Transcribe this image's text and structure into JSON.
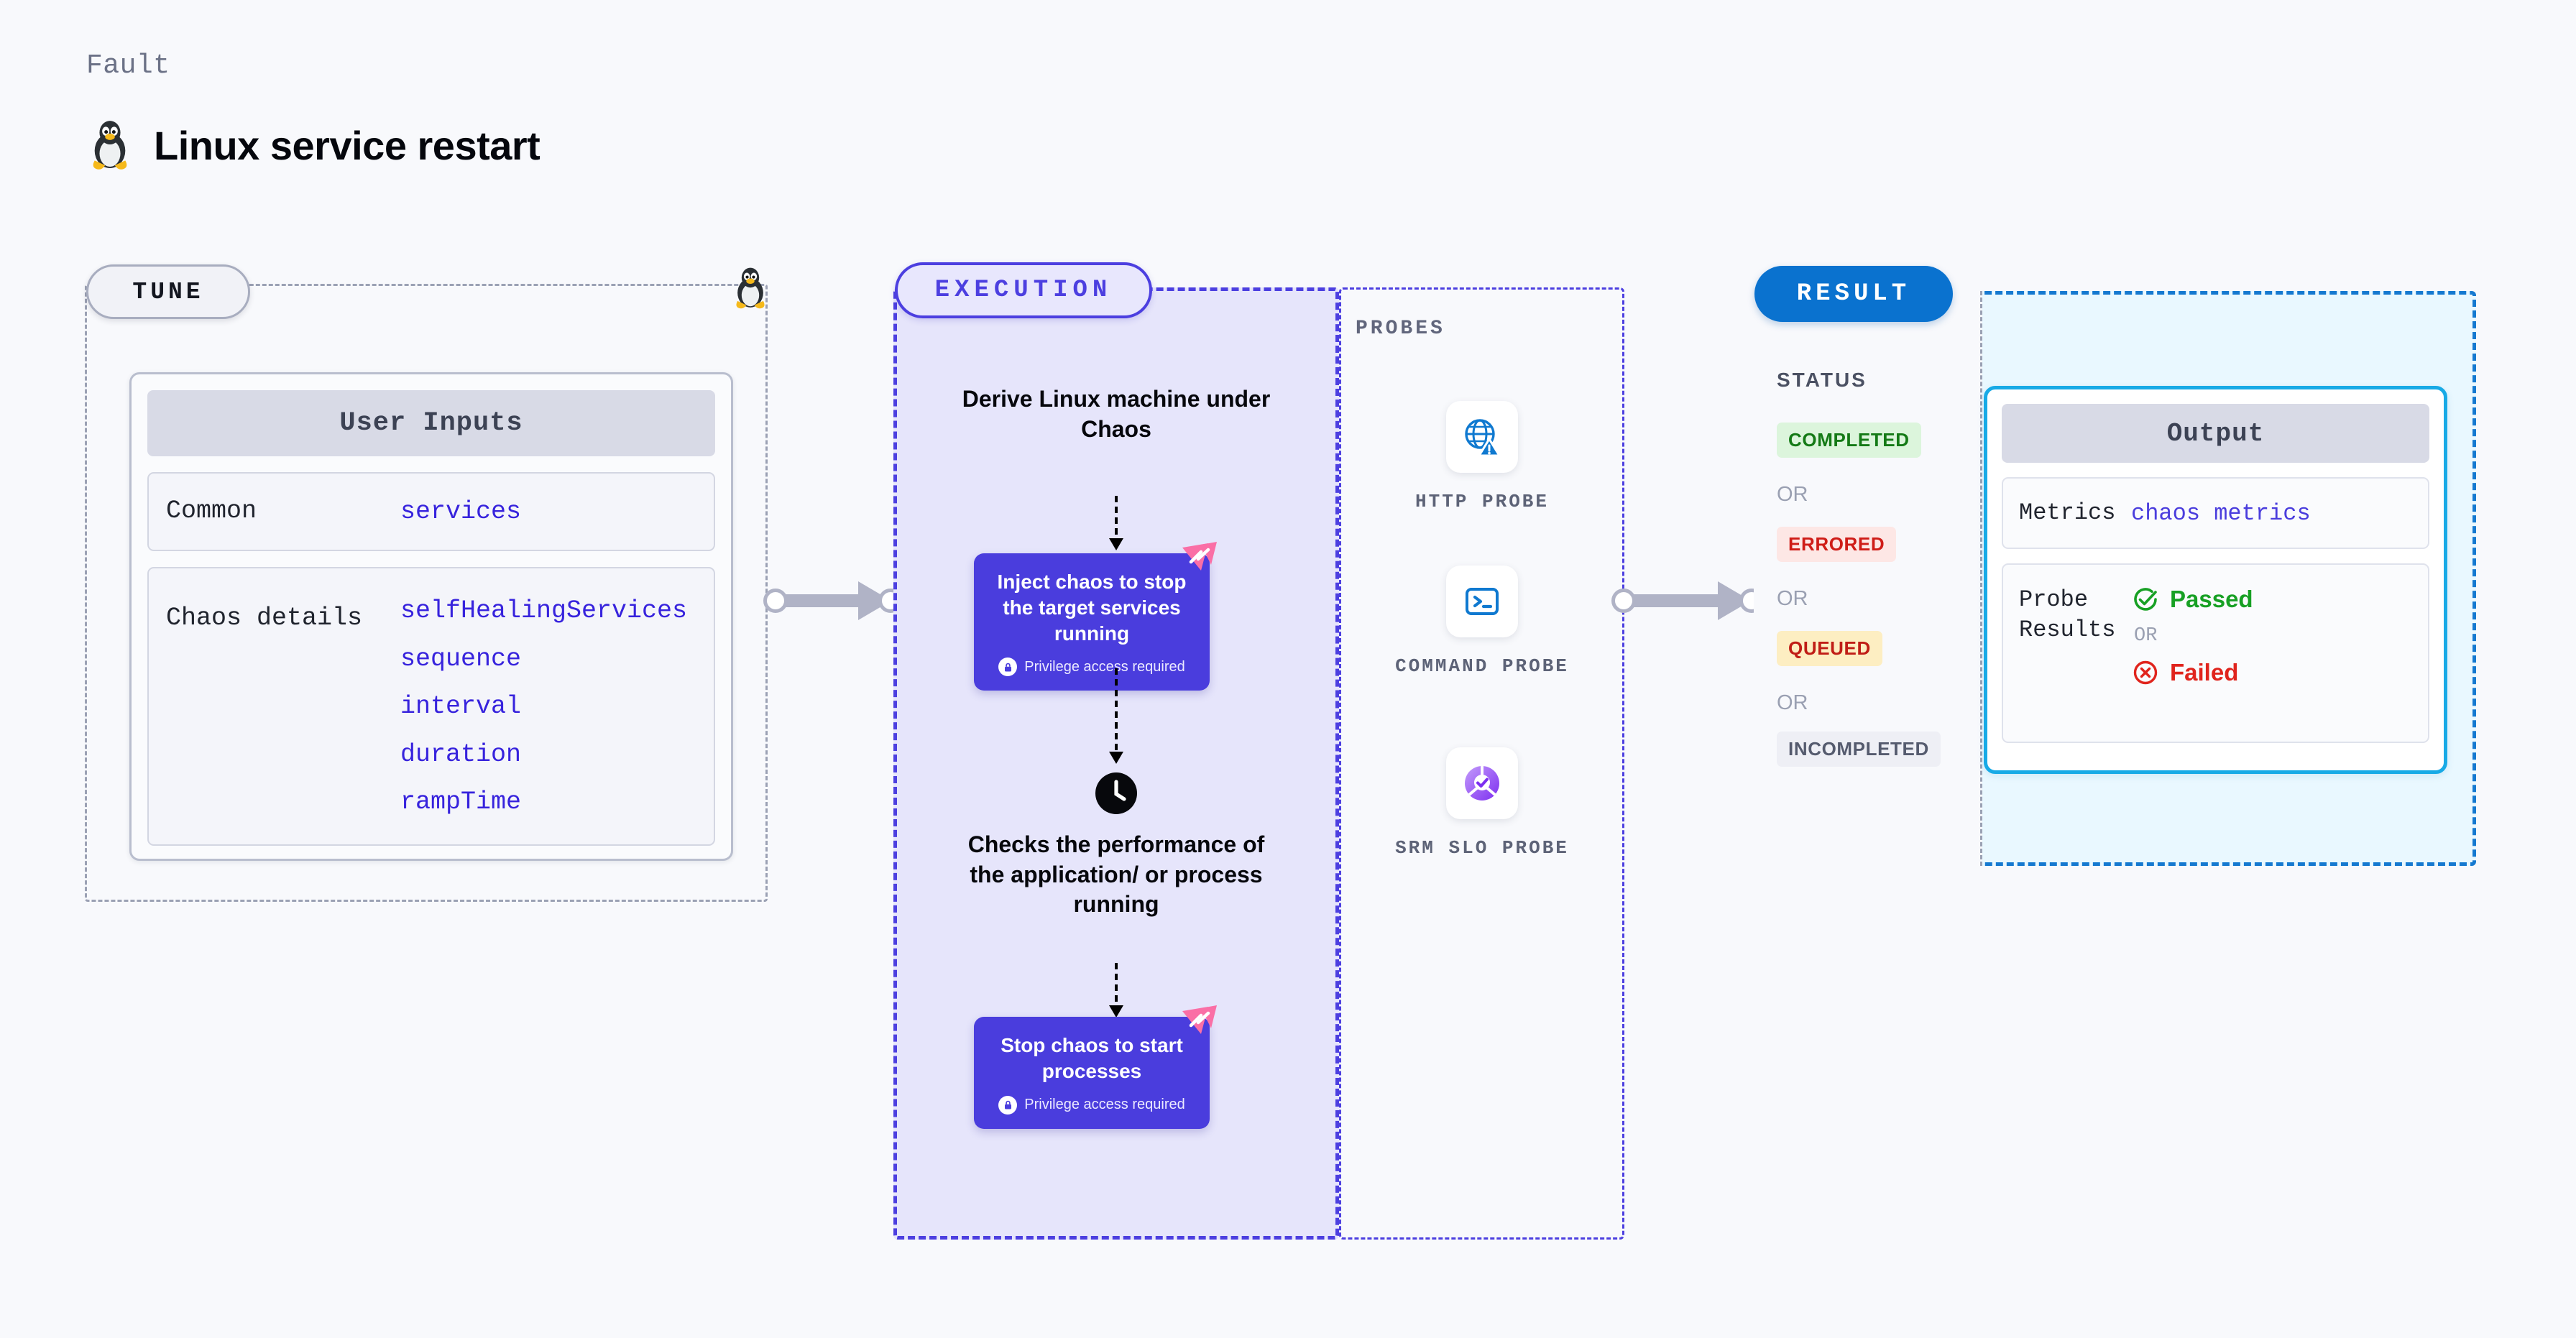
{
  "header": {
    "eyebrow": "Fault",
    "title": "Linux service restart",
    "icon": "linux-penguin-icon"
  },
  "tune": {
    "badge": "TUNE",
    "card_title": "User Inputs",
    "rows": [
      {
        "key": "Common",
        "values": [
          "services"
        ]
      },
      {
        "key": "Chaos details",
        "values": [
          "selfHealingServices",
          "sequence",
          "interval",
          "duration",
          "rampTime"
        ]
      }
    ]
  },
  "execution": {
    "badge": "EXECUTION",
    "step_derive": "Derive Linux machine under Chaos",
    "card_inject": {
      "title": "Inject chaos to stop the target services running",
      "note": "Privilege access required"
    },
    "step_checks": "Checks the performance of the application/ or process running",
    "card_stop": {
      "title": "Stop chaos to start processes",
      "note": "Privilege access required"
    }
  },
  "probes": {
    "label": "PROBES",
    "items": [
      {
        "name": "HTTP PROBE",
        "icon": "globe-warning-icon"
      },
      {
        "name": "COMMAND PROBE",
        "icon": "terminal-icon"
      },
      {
        "name": "SRM SLO PROBE",
        "icon": "slo-donut-check-icon"
      }
    ]
  },
  "result": {
    "badge": "RESULT",
    "status_label": "STATUS",
    "or": "OR",
    "statuses": [
      {
        "text": "COMPLETED",
        "bg": "#dcf5dc",
        "fg": "#147a16"
      },
      {
        "text": "ERRORED",
        "bg": "#fde7e5",
        "fg": "#cf1d18"
      },
      {
        "text": "QUEUED",
        "bg": "#fdeec2",
        "fg": "#c01d16"
      },
      {
        "text": "INCOMPLETED",
        "bg": "#eeeff5",
        "fg": "#555b6e"
      }
    ],
    "output": {
      "title": "Output",
      "metrics_key": "Metrics",
      "metrics_value": "chaos metrics",
      "probe_key": "Probe Results",
      "passed": "Passed",
      "failed": "Failed",
      "or": "OR"
    }
  },
  "colors": {
    "accent_purple": "#4a3ddd",
    "accent_blue": "#0a72cf",
    "accent_cyan": "#18aae6",
    "ribbon_pink": "#fa6fa6",
    "link_blue": "#3723dd"
  }
}
